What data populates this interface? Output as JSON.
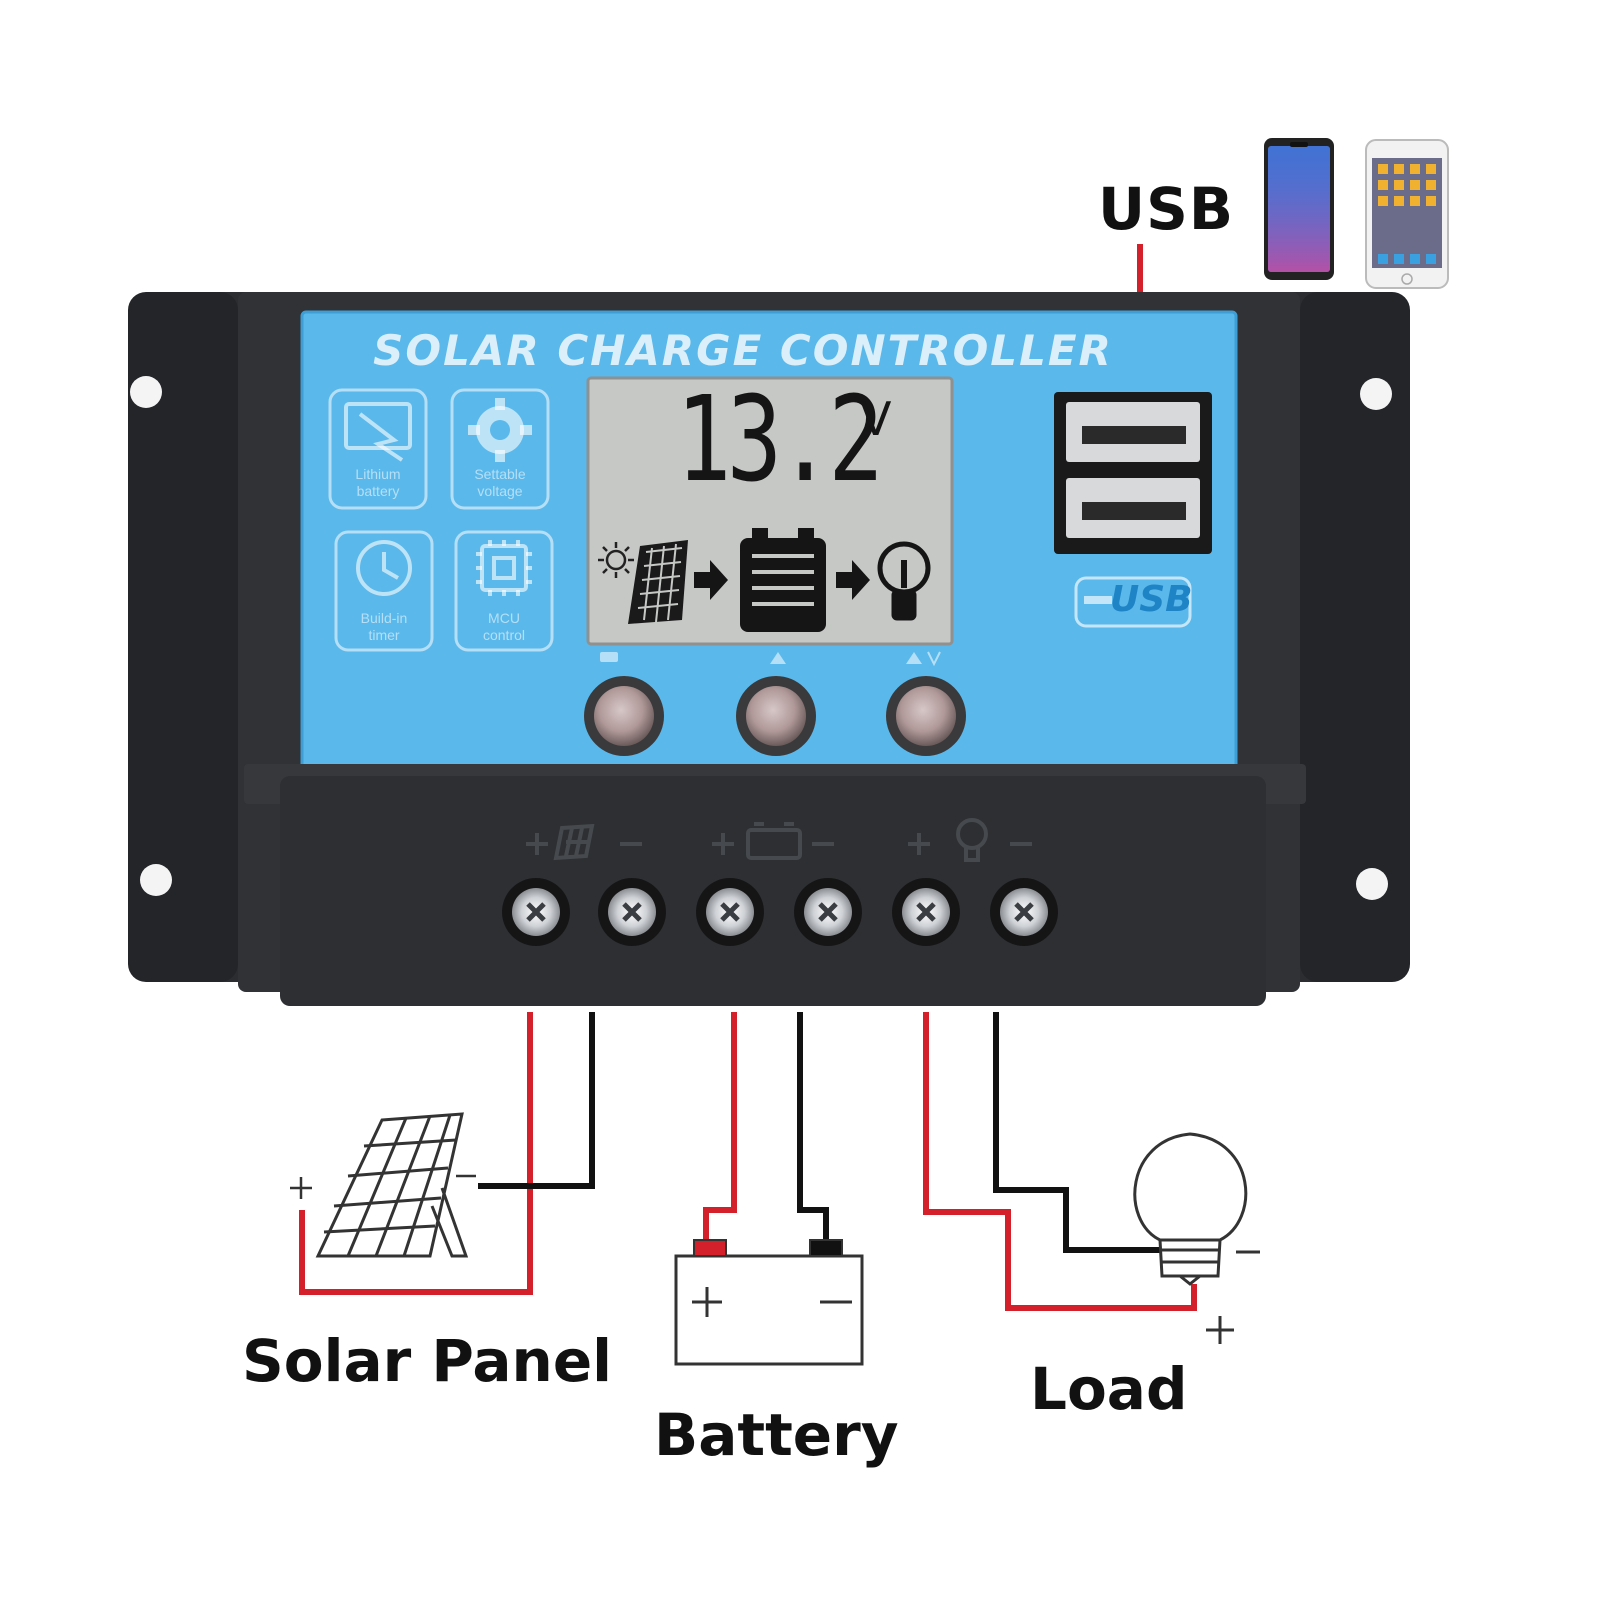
{
  "labels": {
    "usb": "USB",
    "solar_panel": "Solar Panel",
    "battery": "Battery",
    "load": "Load"
  },
  "controller": {
    "title": "SOLAR CHARGE CONTROLLER",
    "lcd_value": "13.2",
    "lcd_unit": "V",
    "usb_logo": "USB",
    "features": [
      {
        "line1": "Lithium",
        "line2": "battery",
        "icon": "lithium-battery-icon"
      },
      {
        "line1": "Settable",
        "line2": "voltage",
        "icon": "gear-icon"
      },
      {
        "line1": "Build-in",
        "line2": "timer",
        "icon": "clock-icon"
      },
      {
        "line1": "MCU",
        "line2": "control",
        "icon": "chip-icon"
      }
    ],
    "terminal_symbols": {
      "solar": "+ solar-panel-icon −",
      "battery": "+ battery-icon −",
      "load": "+ bulb-icon −"
    }
  },
  "colors": {
    "housing": "#2b2d30",
    "face_blue": "#5ab8ea",
    "lcd": "#c6c8c6",
    "wire_positive": "#d4202a",
    "wire_negative": "#111111"
  }
}
